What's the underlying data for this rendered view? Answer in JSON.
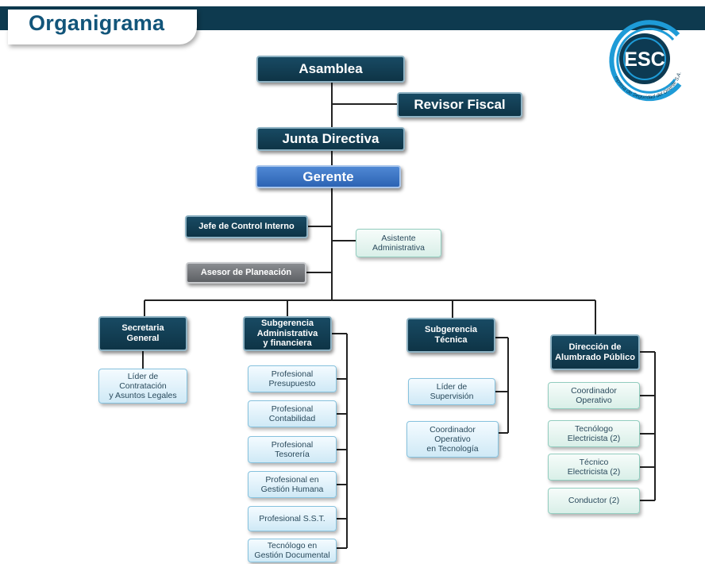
{
  "title": "Organigrama",
  "logo": {
    "letters": "ESC",
    "caption": "Empresa de Seguridad del Oriente S.A.S"
  },
  "chart": {
    "asamblea": "Asamblea",
    "revisor": "Revisor Fiscal",
    "junta": "Junta Directiva",
    "gerente": "Gerente",
    "jefe_control": "Jefe de Control Interno",
    "asistente": "Asistente\nAdministrativa",
    "asesor": "Asesor de Planeación",
    "secretaria": "Secretaria\nGeneral",
    "lider_contratacion": "Líder de\nContratación\ny Asuntos Legales",
    "subgerencia_admin": "Subgerencia\nAdministrativa\ny financiera",
    "admin_items": [
      "Profesional\nPresupuesto",
      "Profesional\nContabilidad",
      "Profesional\nTesorería",
      "Profesional en\nGestión Humana",
      "Profesional S.S.T.",
      "Tecnólogo en\nGestión Documental"
    ],
    "subgerencia_tecnica": "Subgerencia\nTécnica",
    "tecnica_items": [
      "Líder de\nSupervisión",
      "Coordinador\nOperativo\nen Tecnología"
    ],
    "alumbrado": "Dirección de\nAlumbrado Público",
    "alumbrado_items": [
      "Coordinador\nOperativo",
      "Tecnólogo\nElectricista (2)",
      "Técnico\nElectricista (2)",
      "Conductor (2)"
    ]
  }
}
